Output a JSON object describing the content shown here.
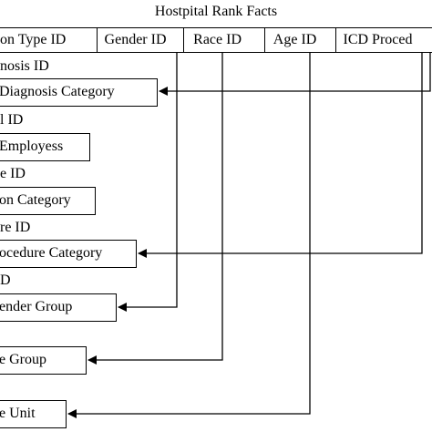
{
  "title": "Hostpital Rank Facts",
  "fact_columns": [
    "on Type ID",
    "Gender ID",
    "Race ID",
    "Age ID",
    "ICD Proced"
  ],
  "dimension_labels": {
    "diagnosis_id": "nosis ID",
    "diagnosis_category": "Diagnosis Category",
    "employee_id": "l ID",
    "employees": "Employess",
    "type_id": "e ID",
    "type_category": "on Category",
    "procedure_id": "re ID",
    "procedure_category": "ocedure Category",
    "gender_id": "D",
    "gender_group": "ender Group",
    "age_group": "e Group",
    "race_unit": "e Unit"
  }
}
